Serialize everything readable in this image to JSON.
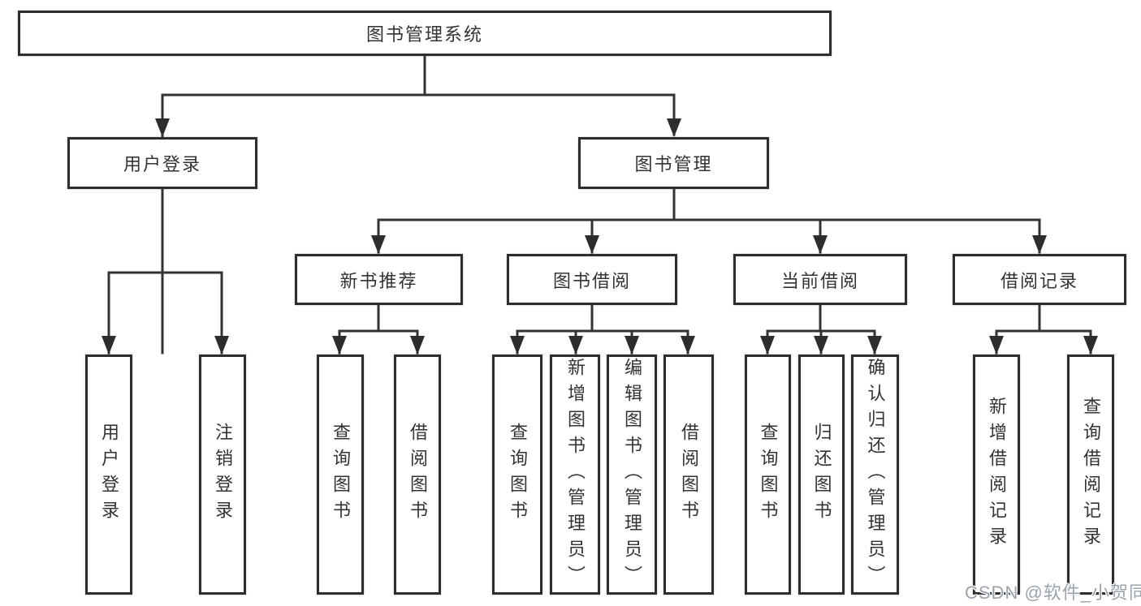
{
  "diagram": {
    "nodes": {
      "root": "图书管理系统",
      "user_login": "用户登录",
      "book_management": "图书管理",
      "new_book_recommend": "新书推荐",
      "book_borrow": "图书借阅",
      "current_borrow": "当前借阅",
      "borrow_records": "借阅记录",
      "leaf_user_login": "用户登录",
      "leaf_logout": "注销登录",
      "rec_query_books": "查询图书",
      "rec_borrow_books": "借阅图书",
      "bb_query_books": "查询图书",
      "bb_add_books": "新增图书（管理员）",
      "bb_edit_books": "编辑图书（管理员）",
      "bb_borrow_books": "借阅图书",
      "cb_query_books": "查询图书",
      "cb_return_books": "归还图书",
      "cb_confirm_return": "确认归还（管理员）",
      "br_add_record": "新增借阅记录",
      "br_query_record": "查询借阅记录"
    },
    "colors": {
      "line": "#333333",
      "box_border": "#2d2d2d",
      "box_fill": "#ffffff",
      "text": "#333333",
      "watermark": "#9ba3ac"
    }
  },
  "watermark": {
    "text": "CSDN @软件_小贺同学"
  }
}
